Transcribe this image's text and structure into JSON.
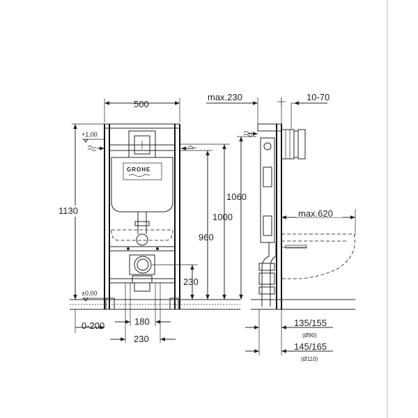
{
  "dimensions": {
    "width_500": "500",
    "max_230": "max.230",
    "range_10_70": "10-70",
    "level_plus_1": "+1,00",
    "level_zero": "±0,00",
    "height_1130": "1130",
    "height_1060": "1060",
    "height_1000": "1000",
    "height_960": "960",
    "height_230": "230",
    "max_620": "max.620",
    "offset_0_200": "0-200",
    "width_180": "180",
    "width_230": "230",
    "range_135_155": "135/155",
    "dia_90": "(Ø90)",
    "range_145_165": "145/165",
    "dia_110": "(Ø110)"
  },
  "brand": "GROHE"
}
